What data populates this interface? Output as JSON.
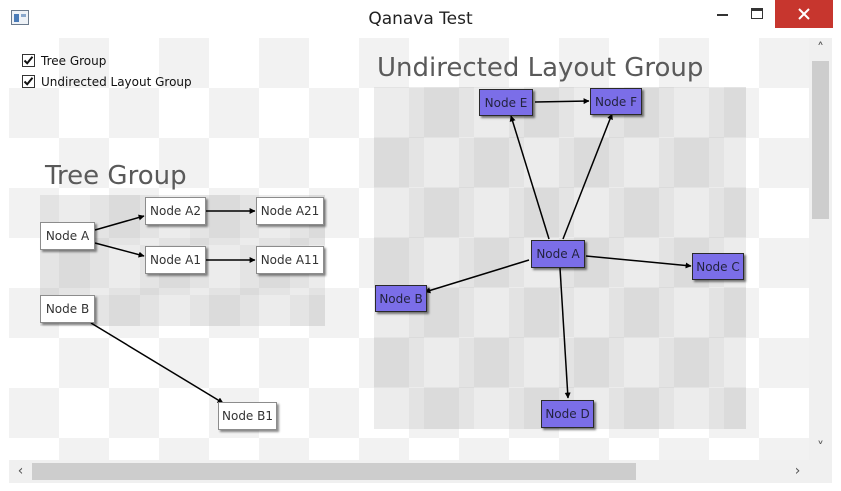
{
  "window": {
    "title": "Qanava Test",
    "close_color": "#c7362e"
  },
  "options": {
    "tree_group": {
      "label": "Tree Group",
      "checked": true
    },
    "undirected_group": {
      "label": "Undirected Layout Group",
      "checked": true
    }
  },
  "groups": {
    "tree": {
      "title": "Tree Group"
    },
    "undirected": {
      "title": "Undirected Layout Group"
    }
  },
  "tree_nodes": {
    "a": "Node A",
    "a2": "Node A2",
    "a1": "Node A1",
    "a21": "Node A21",
    "a11": "Node A11",
    "b": "Node B",
    "b1": "Node B1"
  },
  "undirected_nodes": {
    "a": "Node A",
    "b": "Node B",
    "c": "Node C",
    "d": "Node D",
    "e": "Node E",
    "f": "Node F"
  },
  "colors": {
    "node_fill_purple": "#7b6ee8",
    "node_fill_white": "#ffffff",
    "edge": "#000000"
  },
  "icons": {
    "app": "app-window-icon",
    "minimize": "minimize-icon",
    "maximize": "maximize-icon",
    "close": "close-icon",
    "check": "check-icon",
    "scroll_up": "chevron-up-icon",
    "scroll_down": "chevron-down-icon",
    "scroll_left": "chevron-left-icon",
    "scroll_right": "chevron-right-icon"
  }
}
